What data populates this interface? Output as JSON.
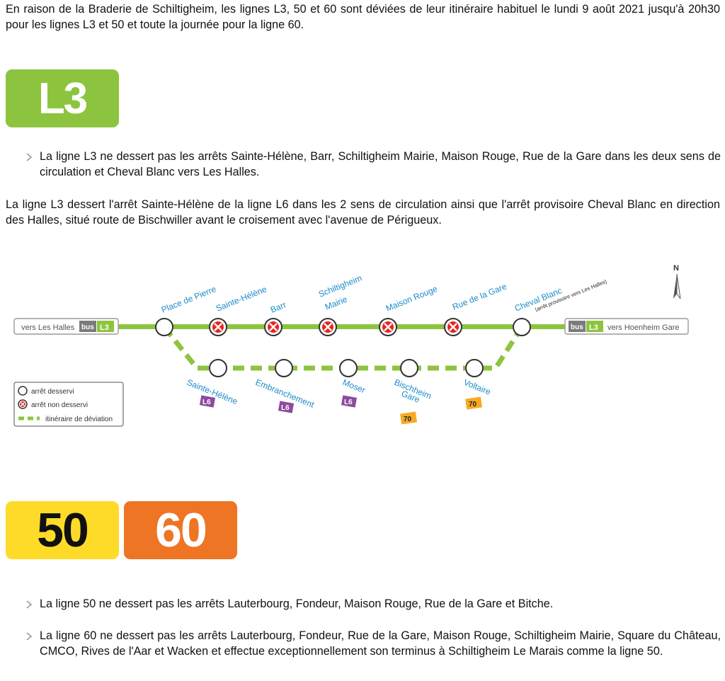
{
  "intro": "En raison de la Braderie de Schiltigheim, les lignes L3, 50 et 60 sont déviées de leur itinéraire habituel le lundi 9 août 2021 jusqu'à 20h30 pour les lignes L3 et 50 et toute la journée pour la ligne 60.",
  "l3": {
    "badge": "L3",
    "bullet": "La ligne L3 ne dessert pas les arrêts Sainte-Hélène, Barr, Schiltigheim Mairie, Maison Rouge, Rue de la Gare dans les deux sens de circulation et Cheval Blanc vers Les Halles.",
    "paragraph": "La ligne L3 dessert l'arrêt Sainte-Hélène de la ligne L6 dans les 2 sens de circulation ainsi que l'arrêt provisoire Cheval Blanc en direction des Halles, situé route de Bischwiller avant le croisement avec l'avenue de Périgueux."
  },
  "map": {
    "left_terminal": {
      "label": "vers Les Halles",
      "bus": "bus",
      "line": "L3"
    },
    "right_terminal": {
      "label": "vers Hoenheim Gare",
      "bus": "bus",
      "line": "L3"
    },
    "north": "N",
    "main_stops": [
      {
        "name": "Place de Pierre",
        "status": "served"
      },
      {
        "name": "Sainte-Hélène",
        "status": "not-served"
      },
      {
        "name": "Barr",
        "status": "not-served"
      },
      {
        "name": "Schiltigheim Mairie",
        "line1": "Schiltigheim",
        "line2": "Mairie",
        "status": "not-served"
      },
      {
        "name": "Maison Rouge",
        "status": "not-served"
      },
      {
        "name": "Rue de la Gare",
        "status": "not-served"
      },
      {
        "name": "Cheval Blanc",
        "note": "(arrêt provisoire vers Les Halles)",
        "status": "served"
      }
    ],
    "detour_stops": [
      {
        "name": "Sainte-Hélène",
        "badge": "L6"
      },
      {
        "name": "Embranchement",
        "badge": "L6"
      },
      {
        "name": "Moser",
        "badge": "L6"
      },
      {
        "name": "Bischheim Gare",
        "line1": "Bischheim",
        "line2": "Gare",
        "badge": "70"
      },
      {
        "name": "Voltaire",
        "badge": "70"
      }
    ],
    "legend": {
      "served": "arrêt desservi",
      "not_served": "arrêt non desservi",
      "detour": "itinéraire de déviation"
    },
    "colors": {
      "line_green": "#8dc43f",
      "cross_red": "#e52521",
      "label_blue": "#1e8bc9",
      "l6_purple": "#8e4b9f",
      "bus70_orange": "#f7a922",
      "terminal_grey": "#7b7b7b"
    }
  },
  "lines_50_60": {
    "badge_50": "50",
    "badge_60": "60",
    "bullet_50": "La ligne 50 ne dessert pas les arrêts Lauterbourg, Fondeur, Maison Rouge, Rue de la Gare et Bitche.",
    "bullet_60": "La ligne 60 ne dessert pas les arrêts Lauterbourg, Fondeur, Rue de la Gare, Maison Rouge, Schiltigheim Mairie, Square du Château, CMCO, Rives de l'Aar et Wacken et effectue exceptionnellement son terminus à Schiltigheim Le Marais comme la ligne 50."
  }
}
